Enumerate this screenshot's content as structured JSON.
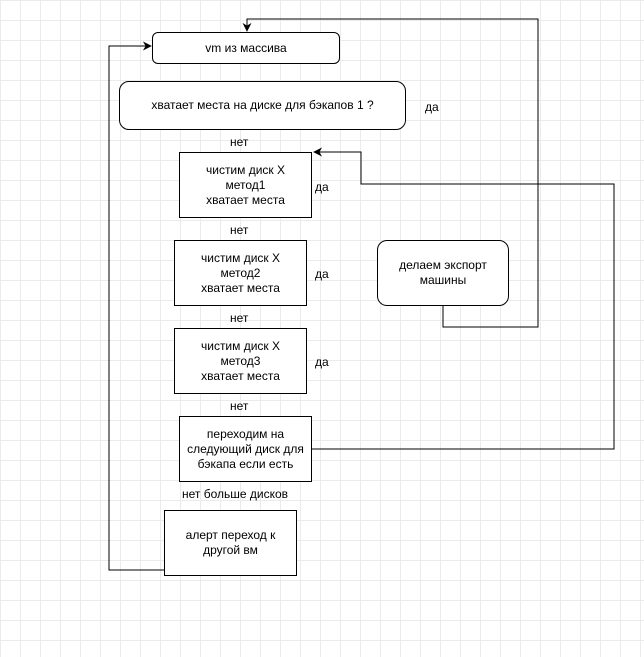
{
  "nodes": {
    "vm_from_array": "vm из массива",
    "enough_space_question": "хватает места на диске для бэкапов 1 ?",
    "clean_method1": "чистим диск X\nметод1\nхватает места",
    "clean_method2": "чистим диск X\nметод2\nхватает места",
    "clean_method3": "чистим диск X\nметод3\nхватает места",
    "next_disk": "переходим на\nследующий диск для\nбэкапа если есть",
    "alert_next_vm": "алерт переход к\nдругой вм",
    "export_machine": "делаем экспорт\nмашины"
  },
  "edge_labels": {
    "yes_question": "да",
    "no_question": "нет",
    "yes_method1": "да",
    "no_method1": "нет",
    "yes_method2": "да",
    "no_method2": "нет",
    "yes_method3": "да",
    "no_method3": "нет",
    "no_more_disks": "нет больше дисков"
  }
}
